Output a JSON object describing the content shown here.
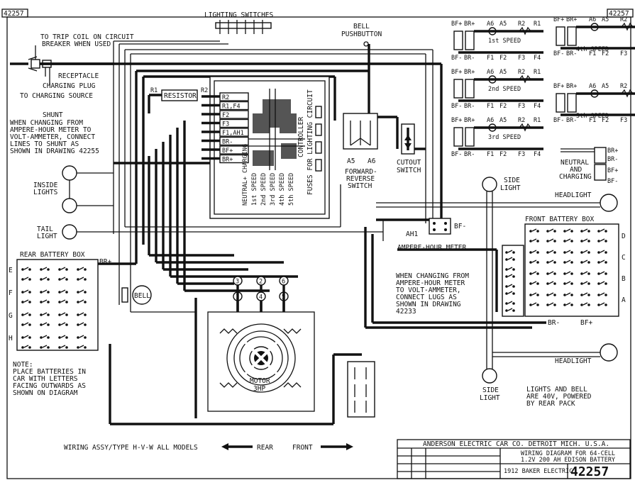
{
  "drawing_number": "42257",
  "labels": {
    "lighting_switches": "LIGHTING SWITCHES",
    "bell_pushbutton": [
      "BELL",
      "PUSHBUTTON"
    ],
    "trip_coil": [
      "TO TRIP COIL ON CIRCUIT",
      "BREAKER WHEN USED"
    ],
    "receptacle": "RECEPTACLE",
    "charging_plug": "CHARGING PLUG",
    "charging_source": "TO CHARGING SOURCE",
    "shunt": [
      "SHUNT",
      "WHEN CHANGING FROM",
      "AMPERE-HOUR METER TO",
      "VOLT-AMMETER, CONNECT",
      "LINES TO SHUNT AS",
      "SHOWN IN DRAWING 42255"
    ],
    "inside_lights": [
      "INSIDE",
      "LIGHTS"
    ],
    "tail_light": [
      "TAIL",
      "LIGHT"
    ],
    "rear_battery_box": "REAR BATTERY BOX",
    "bell": "BELL",
    "note": [
      "NOTE:",
      "PLACE BATTERIES IN",
      "CAR WITH LETTERS",
      "FACING OUTWARDS AS",
      "SHOWN ON DIAGRAM"
    ],
    "motor": [
      "MOTOR",
      "3HP"
    ],
    "resistor": "RESISTOR",
    "controller": "CONTROLLER",
    "fuses": "FUSES FOR LIGHTING CIRCUIT",
    "cutout_switch": [
      "CUTOUT",
      "SWITCH"
    ],
    "forward_reverse": [
      "FORWARD-",
      "REVERSE",
      "SWITCH"
    ],
    "side_light": [
      "SIDE",
      "LIGHT"
    ],
    "headlight": "HEADLIGHT",
    "front_battery_box": "FRONT BATTERY BOX",
    "ampere_hour_meter": "AMPERE-HOUR METER",
    "ah1": "AH1",
    "bf_minus": "BF-",
    "changing_note": [
      "WHEN CHANGING FROM",
      "AMPERE-HOUR METER",
      "TO VOLT-AMMETER,",
      "CONNECT LUGS AS",
      "SHOWN IN DRAWING",
      "42233"
    ],
    "lights_note": [
      "LIGHTS AND BELL",
      "ARE 40V, POWERED",
      "BY REAR PACK"
    ],
    "wiring_assy": "WIRING ASSY/TYPE H-V-W ALL MODELS",
    "rear": "REAR",
    "front": "FRONT",
    "neutral_charging": [
      "NEUTRAL",
      "AND",
      "CHARGING"
    ]
  },
  "terminal_labels": [
    "R2",
    "R1,F4",
    "F2",
    "F3",
    "F1,AH1",
    "BR-",
    "BF+",
    "BR+"
  ],
  "controller_positions": [
    "NEUTRAL+ CHARGING",
    "1st SPEED",
    "2nd SPEED",
    "3rd SPEED",
    "4th SPEED",
    "5th SPEED"
  ],
  "rear_battery_rows": [
    "E",
    "F",
    "G",
    "H"
  ],
  "front_battery_rows": [
    "D",
    "C",
    "B",
    "A"
  ],
  "motor_terminals": [
    "1",
    "2",
    "3",
    "4",
    "5",
    "6"
  ],
  "rear_terminals": [
    "BR+",
    "BR-",
    "BF+"
  ],
  "speed_diagrams": [
    "1st SPEED",
    "2nd SPEED",
    "3rd SPEED",
    "4th SPEED",
    "5th SPEED"
  ],
  "speed_terms": {
    "top": [
      "BF+",
      "BR+",
      "A6",
      "A5",
      "R2",
      "R1"
    ],
    "bottom": [
      "BF-",
      "BR-",
      "F1",
      "F2",
      "F3",
      "F4"
    ]
  },
  "title_block": {
    "company": "ANDERSON ELECTRIC CAR CO. DETROIT MICH. U.S.A.",
    "title": [
      "WIRING DIAGRAM FOR 64-CELL",
      "1.2V 200 AH EDISON BATTERY"
    ],
    "model": "1912 BAKER ELECTRIC",
    "number": "42257"
  }
}
